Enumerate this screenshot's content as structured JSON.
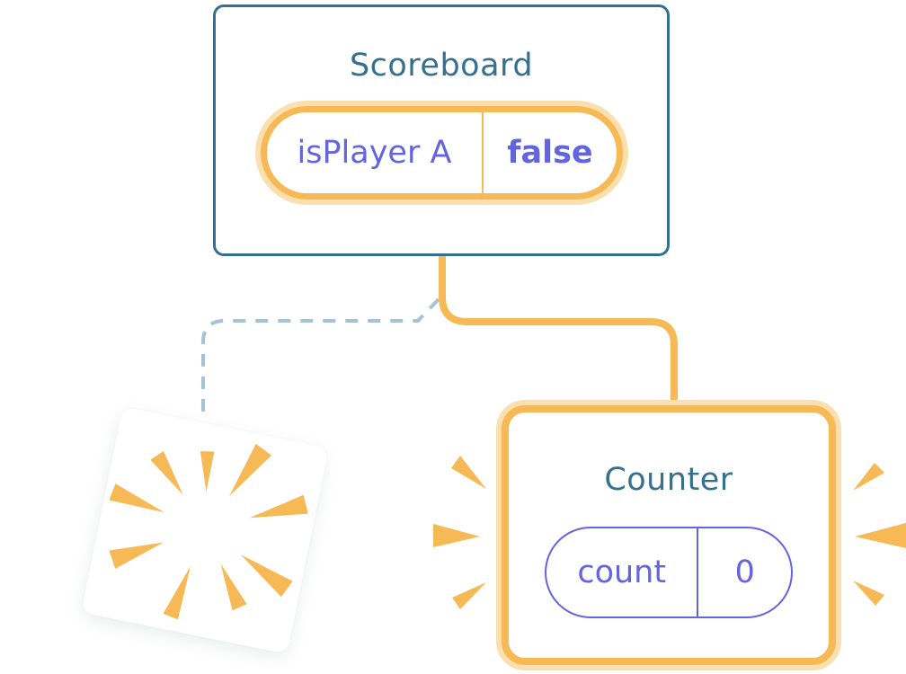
{
  "scoreboard": {
    "title": "Scoreboard",
    "state": {
      "key": "isPlayer A",
      "value": "false"
    }
  },
  "counter": {
    "title": "Counter",
    "state": {
      "key": "count",
      "value": "0"
    }
  },
  "icons": {
    "sparkles": "sparkles-icon",
    "poof_burst": "poof-burst-icon",
    "emphasis_left": "emphasis-burst-left-icon",
    "emphasis_right": "emphasis-burst-right-icon"
  },
  "colors": {
    "background": "#FFFFFF",
    "card_border_teal": "#336F92",
    "title_teal": "#35708E",
    "state_purple": "#6365DF",
    "orange": "#F7B955",
    "orange_halo": "#FBDFAF",
    "dashed_line_blue": "#A5C3D5"
  }
}
